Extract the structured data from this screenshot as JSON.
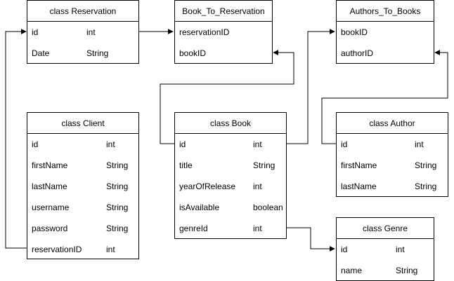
{
  "colors": {
    "line": "#000000",
    "background": "#ffffff"
  },
  "classes": {
    "reservation": {
      "title": "class Reservation",
      "fields": [
        {
          "name": "id",
          "type": "int"
        },
        {
          "name": "Date",
          "type": "String"
        }
      ]
    },
    "book_to_reservation": {
      "title": "Book_To_Reservation",
      "fields": [
        {
          "name": "reservationID",
          "type": ""
        },
        {
          "name": "bookID",
          "type": ""
        }
      ]
    },
    "authors_to_books": {
      "title": "Authors_To_Books",
      "fields": [
        {
          "name": "bookID",
          "type": ""
        },
        {
          "name": "authorID",
          "type": ""
        }
      ]
    },
    "client": {
      "title": "class Client",
      "fields": [
        {
          "name": "id",
          "type": "int"
        },
        {
          "name": "firstName",
          "type": "String"
        },
        {
          "name": "lastName",
          "type": "String"
        },
        {
          "name": "username",
          "type": "String"
        },
        {
          "name": "password",
          "type": "String"
        },
        {
          "name": "reservationID",
          "type": "int"
        }
      ]
    },
    "book": {
      "title": "class Book",
      "fields": [
        {
          "name": "id",
          "type": "int"
        },
        {
          "name": "title",
          "type": "String"
        },
        {
          "name": "yearOfRelease",
          "type": "int"
        },
        {
          "name": "isAvailable",
          "type": "boolean"
        },
        {
          "name": "genreId",
          "type": "int"
        }
      ]
    },
    "author": {
      "title": "class Author",
      "fields": [
        {
          "name": "id",
          "type": "int"
        },
        {
          "name": "firstName",
          "type": "String"
        },
        {
          "name": "lastName",
          "type": "String"
        }
      ]
    },
    "genre": {
      "title": "class Genre",
      "fields": [
        {
          "name": "id",
          "type": "int"
        },
        {
          "name": "name",
          "type": "String"
        }
      ]
    }
  },
  "relations": [
    {
      "from": "reservation.id",
      "to": "book_to_reservation.reservationID"
    },
    {
      "from": "client.reservationID",
      "to": "reservation.id"
    },
    {
      "from": "book.id",
      "to": "book_to_reservation.bookID"
    },
    {
      "from": "book.id",
      "to": "authors_to_books.bookID"
    },
    {
      "from": "author.id",
      "to": "authors_to_books.authorID"
    },
    {
      "from": "book.genreId",
      "to": "genre.id"
    }
  ]
}
